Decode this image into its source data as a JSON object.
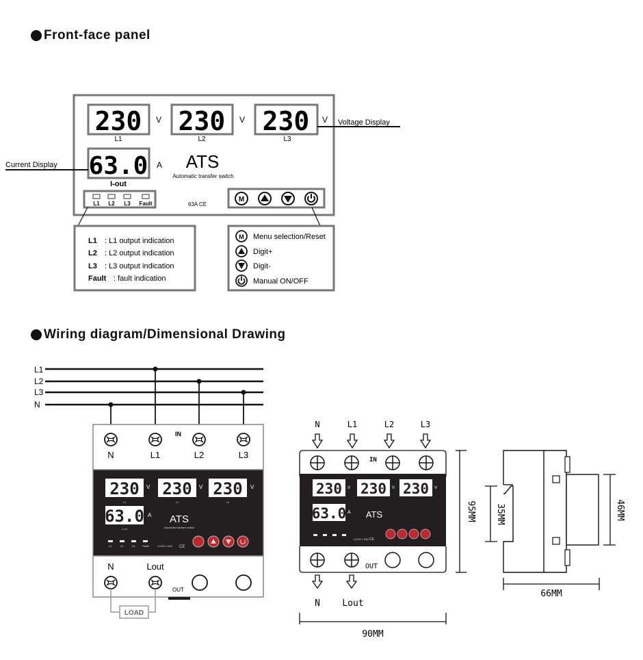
{
  "sections": {
    "front_panel_title": "Front-face panel",
    "wiring_title": "Wiring diagram/Dimensional Drawing"
  },
  "front_panel": {
    "voltage_displays": [
      {
        "value": "230",
        "unit": "V",
        "label": "L1"
      },
      {
        "value": "230",
        "unit": "V",
        "label": "L2"
      },
      {
        "value": "230",
        "unit": "V",
        "label": "L3"
      }
    ],
    "current_display": {
      "value": "63.0",
      "unit": "A",
      "label": "I-out"
    },
    "title": "ATS",
    "subtitle": "Automatic transfer switch",
    "rating": "63A  CE",
    "indicators": [
      "L1",
      "L2",
      "L3",
      "Fault"
    ],
    "buttons": [
      {
        "icon": "menu-m-icon",
        "glyph": "M"
      },
      {
        "icon": "up-arrow-icon",
        "glyph": "▲"
      },
      {
        "icon": "down-arrow-icon",
        "glyph": "▼"
      },
      {
        "icon": "power-icon",
        "glyph": "⏻"
      }
    ],
    "callouts": {
      "voltage": "Voltage Display",
      "current": "Current Display"
    },
    "indicator_legend": [
      {
        "key": "L1",
        "desc": ": L1 output indication"
      },
      {
        "key": "L2",
        "desc": ": L2 output indication"
      },
      {
        "key": "L3",
        "desc": ": L3 output indication"
      },
      {
        "key": "Fault",
        "desc": ": fault indication"
      }
    ],
    "button_legend": [
      {
        "icon": "menu-m-icon",
        "desc": "Menu selection/Reset"
      },
      {
        "icon": "up-arrow-icon",
        "desc": "Digit+"
      },
      {
        "icon": "down-arrow-icon",
        "desc": "Digit-"
      },
      {
        "icon": "power-icon",
        "desc": "Manual ON/OFF"
      }
    ]
  },
  "wiring": {
    "bus_lines": [
      "L1",
      "L2",
      "L3",
      "N"
    ],
    "in_label": "IN",
    "in_terminals": [
      "N",
      "L1",
      "L2",
      "L3"
    ],
    "out_terminals": [
      "N",
      "Lout"
    ],
    "out_label": "OUT",
    "load_label": "LOAD",
    "device": {
      "voltages": [
        "230",
        "230",
        "230"
      ],
      "voltage_unit": "V",
      "phase_labels": [
        "L1",
        "L2",
        "L3"
      ],
      "current": "63.0",
      "current_unit": "A",
      "current_label": "I-out",
      "title": "ATS",
      "subtitle": "Automatic transfer switch",
      "indicators": [
        "L1",
        "L2",
        "L3",
        "Fault"
      ],
      "model": "LGX3-1 63A",
      "mark": "CE",
      "button_color": "#c0272d"
    }
  },
  "dimensions": {
    "in_arrows": [
      "N",
      "L1",
      "L2",
      "L3"
    ],
    "in_label": "IN",
    "out_label": "OUT",
    "out_arrows": [
      "N",
      "Lout"
    ],
    "width": "90MM",
    "height": "95MM",
    "rail": "35MM",
    "front": "46MM",
    "depth": "66MM"
  }
}
